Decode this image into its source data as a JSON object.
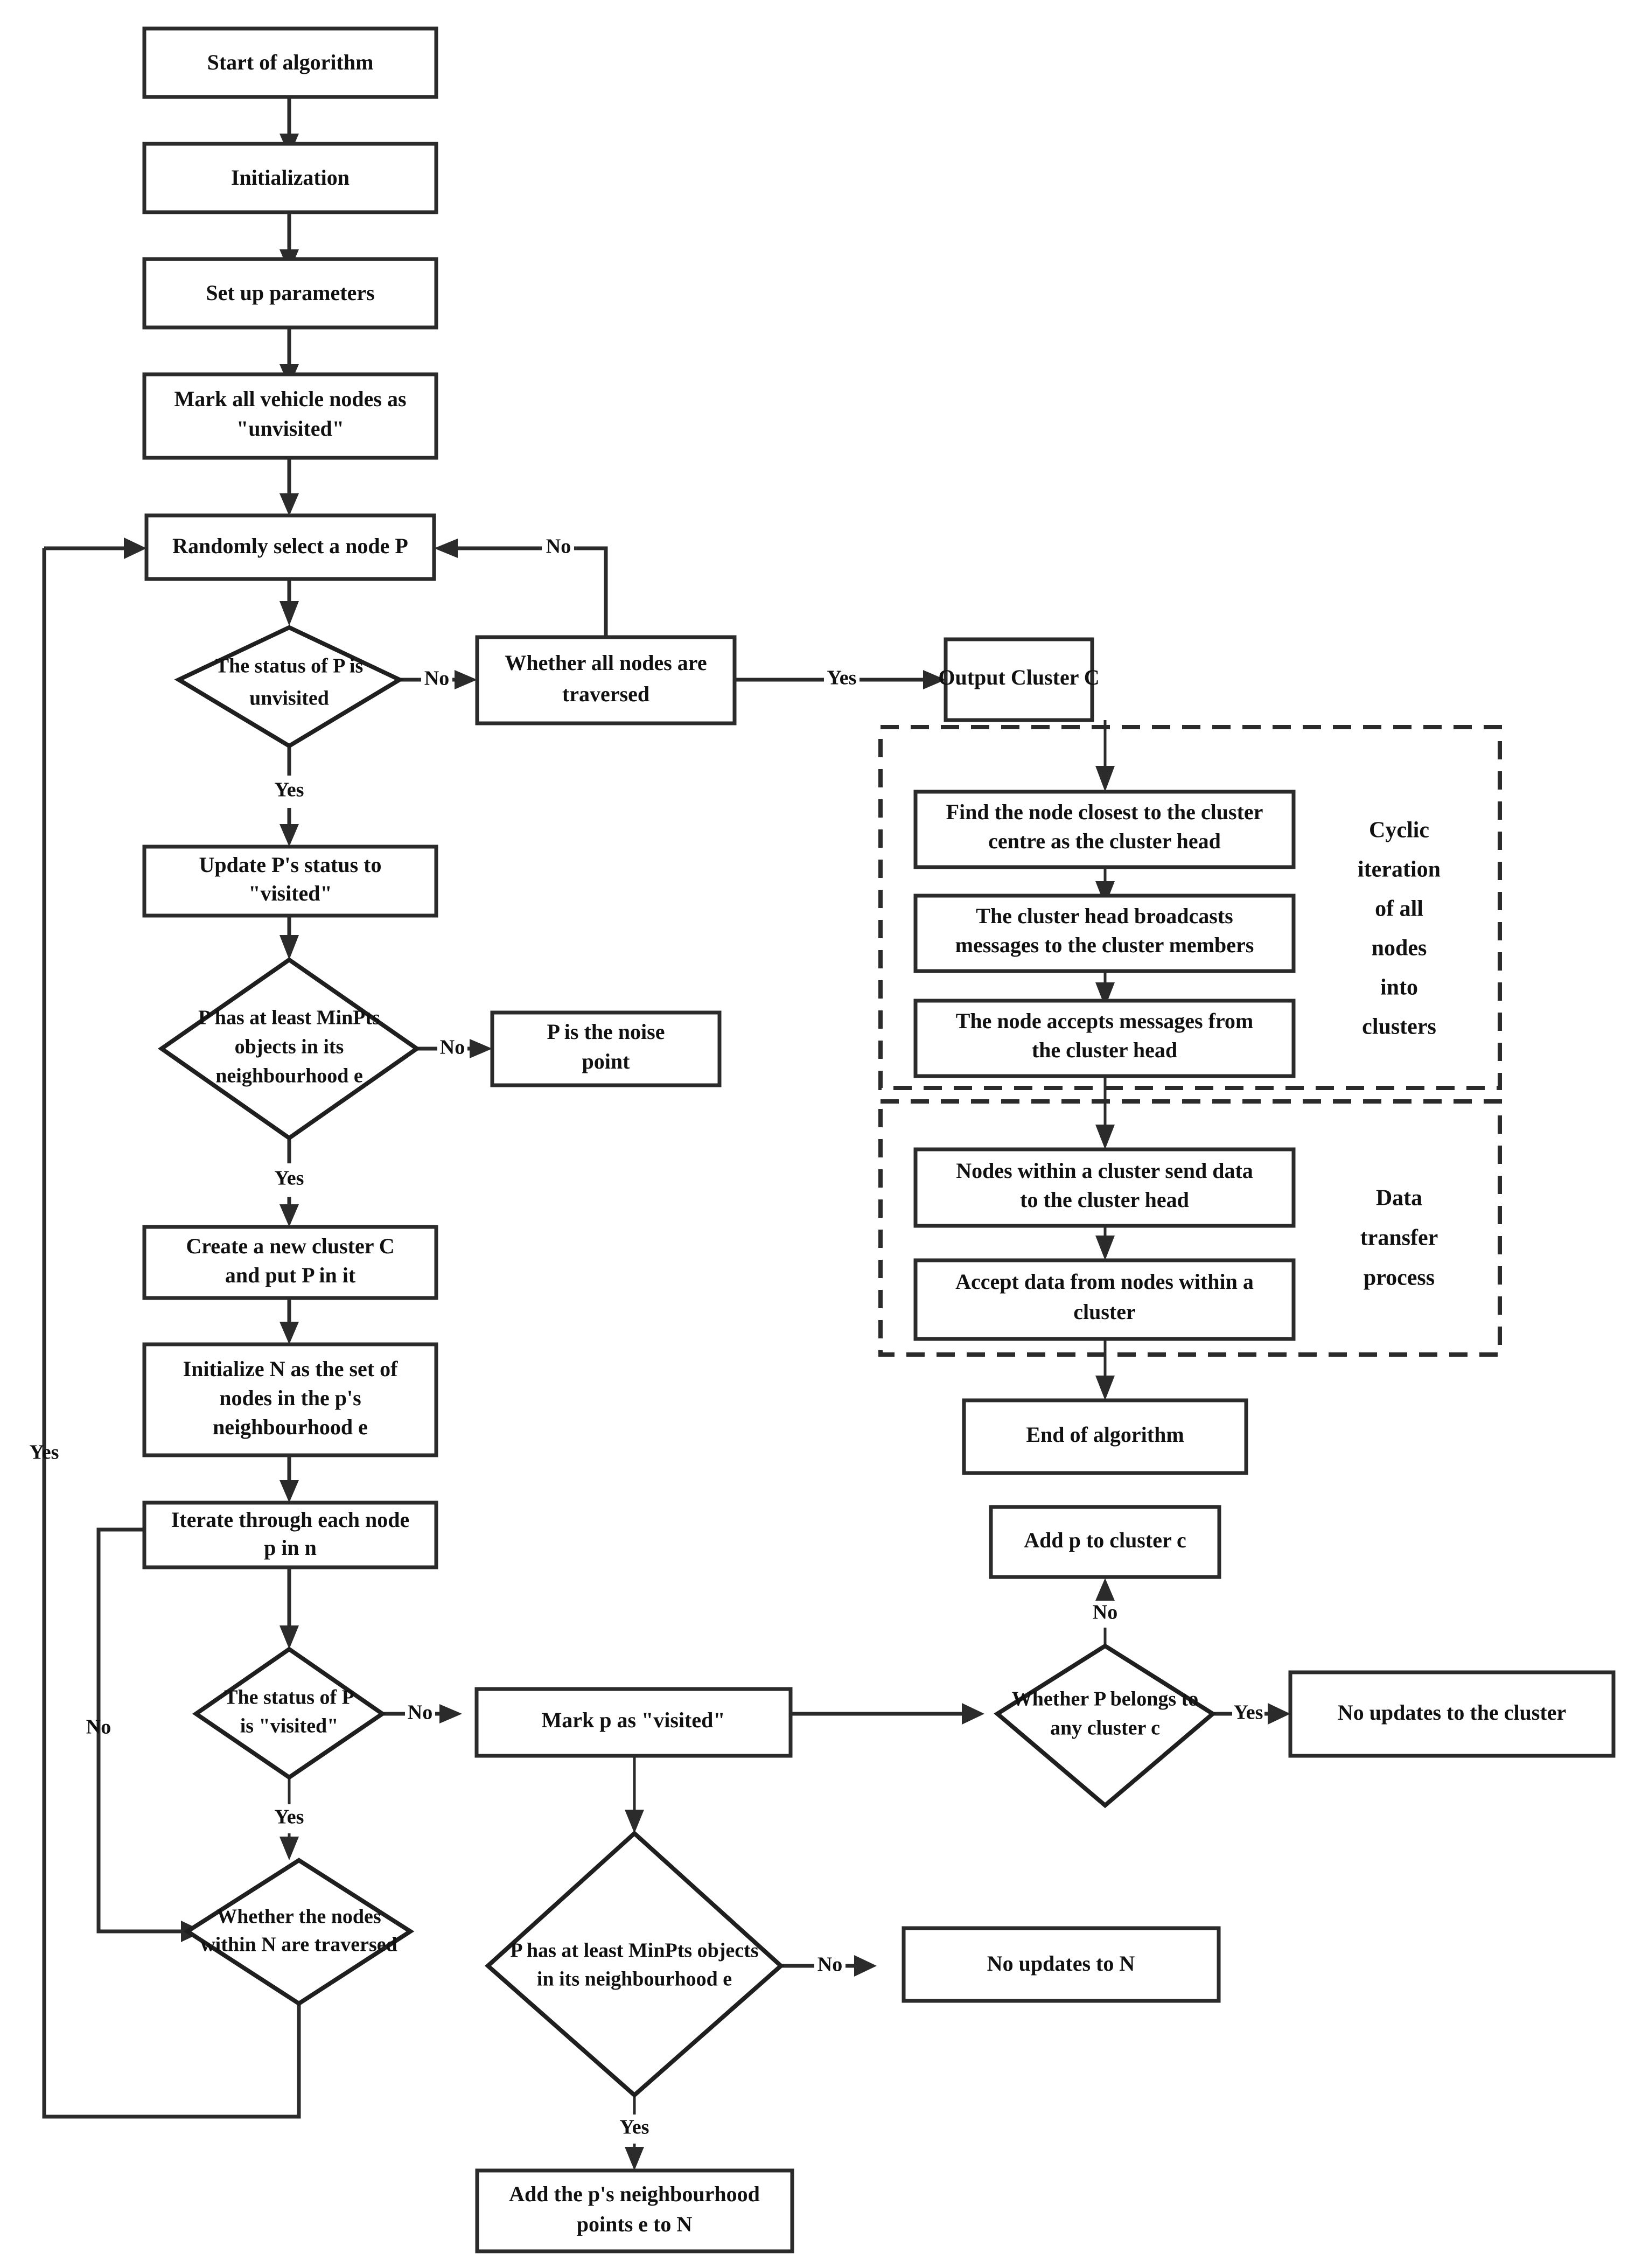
{
  "diagram": {
    "title": "Clustering algorithm flowchart",
    "colors": {
      "stroke": "#2b2b2b",
      "text": "#111111",
      "background": "#ffffff"
    },
    "nodes": {
      "start": {
        "label": "Start of algorithm",
        "shape": "process"
      },
      "initialization": {
        "label": "Initialization",
        "shape": "process"
      },
      "setup_parameters": {
        "label": "Set up parameters",
        "shape": "process"
      },
      "mark_unvisited": {
        "line1": "Mark all vehicle nodes as",
        "line2": "\"unvisited\"",
        "shape": "process"
      },
      "select_node_p": {
        "label": "Randomly select a node P",
        "shape": "process"
      },
      "status_p_unvisited": {
        "line1": "The status of P is",
        "line2": "unvisited",
        "shape": "decision"
      },
      "all_nodes_traversed": {
        "line1": "Whether all nodes are",
        "line2": "traversed",
        "shape": "process"
      },
      "output_cluster_c": {
        "label": "Output Cluster C",
        "shape": "process"
      },
      "update_p_visited": {
        "line1": "Update P's status to",
        "line2": "\"visited\"",
        "shape": "process"
      },
      "p_has_minpts": {
        "line1": "P has at least MinPts",
        "line2": "objects in its",
        "line3": "neighbourhood e",
        "shape": "decision"
      },
      "p_noise_point": {
        "line1": "P is the noise",
        "line2": "point",
        "shape": "process"
      },
      "create_cluster_c": {
        "line1": "Create a new cluster C",
        "line2": "and put P in it",
        "shape": "process"
      },
      "initialize_n": {
        "line1": "Initialize N as the set of",
        "line2": "nodes in the p's",
        "line3": "neighbourhood e",
        "shape": "process"
      },
      "iterate_nodes": {
        "line1": "Iterate through each node",
        "line2": "p in n",
        "shape": "process"
      },
      "status_p_visited": {
        "line1": "The status of P",
        "line2": "is \"visited\"",
        "shape": "decision"
      },
      "mark_p_visited": {
        "label": "Mark p as \"visited\"",
        "shape": "process"
      },
      "whether_p_belongs": {
        "line1": "Whether P belongs to",
        "line2": "any cluster c",
        "shape": "decision"
      },
      "add_p_to_cluster": {
        "label": "Add p to cluster c",
        "shape": "process"
      },
      "no_updates_cluster": {
        "label": "No updates to the cluster",
        "shape": "process"
      },
      "nodes_within_n_traversed": {
        "line1": "Whether the nodes",
        "line2": "within N are traversed",
        "shape": "decision"
      },
      "p_has_minpts_2": {
        "line1": "P has at least MinPts objects",
        "line2": "in its neighbourhood e",
        "shape": "decision"
      },
      "no_updates_n": {
        "label": "No updates to N",
        "shape": "process"
      },
      "add_neighbourhood_points": {
        "line1": "Add the p's neighbourhood",
        "line2": "points e to N",
        "shape": "process"
      },
      "find_cluster_head": {
        "line1": "Find the node closest to the cluster",
        "line2": "centre as the cluster head",
        "shape": "process"
      },
      "broadcast_messages": {
        "line1": "The cluster head broadcasts",
        "line2": "messages to the cluster members",
        "shape": "process"
      },
      "accept_messages": {
        "line1": "The node accepts messages from",
        "line2": "the cluster head",
        "shape": "process"
      },
      "send_data": {
        "line1": "Nodes within a cluster send data",
        "line2": "to the cluster head",
        "shape": "process"
      },
      "accept_data": {
        "line1": "Accept data from nodes within a",
        "line2": "cluster",
        "shape": "process"
      },
      "end": {
        "label": "End of algorithm",
        "shape": "process"
      }
    },
    "groups": {
      "cyclic_iteration": {
        "line1": "Cyclic",
        "line2": "iteration",
        "line3": "of all",
        "line4": "nodes",
        "line5": "into",
        "line6": "clusters"
      },
      "data_transfer": {
        "line1": "Data",
        "line2": "transfer",
        "line3": "process"
      }
    },
    "edge_labels": {
      "no_traversed_back": "No",
      "status_p_no": "No",
      "traversed_yes": "Yes",
      "status_p_yes": "Yes",
      "minpts_no": "No",
      "minpts_yes": "Yes",
      "left_yes": "Yes",
      "iterate_no": "No",
      "visited_no": "No",
      "visited_yes": "Yes",
      "belongs_no": "No",
      "belongs_yes": "Yes",
      "minpts2_no": "No",
      "minpts2_yes": "Yes"
    }
  }
}
